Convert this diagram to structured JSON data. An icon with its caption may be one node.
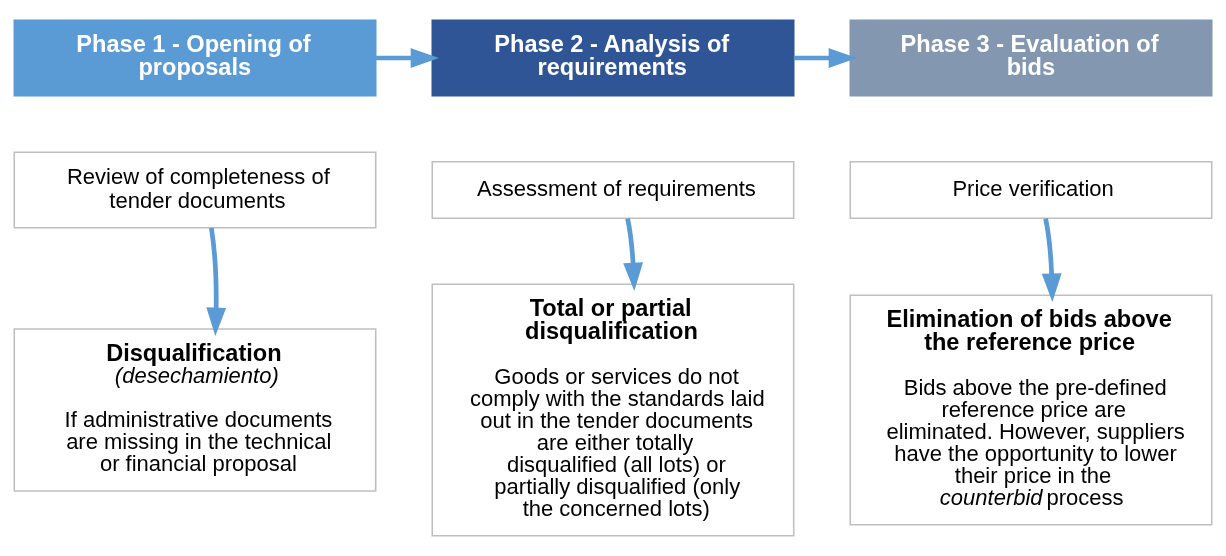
{
  "diagram": {
    "nodes": [
      {
        "text": [
          "Phase 1 - Opening of proposals"
        ]
      },
      {
        "text": [
          "Phase 2 - Analysis of requirements"
        ]
      },
      {
        "text": [
          "Phase 3 - Evaluation of bids"
        ]
      },
      {
        "text": [
          "Review of completeness of tender documents"
        ]
      },
      {
        "text": [
          "Assessment of requirements"
        ]
      },
      {
        "text": [
          "Price verification"
        ]
      },
      {
        "text": [
          "Disqualification",
          "(desechamiento)",
          "If administrative documents are missing in the technical or financial proposal"
        ]
      },
      {
        "text": [
          "Total or partial disqualification",
          "Goods or services do not comply with the standards laid out in the tender documents are either totally disqualified (all lots) or partially disqualified (only the concerned lots)"
        ]
      },
      {
        "text": [
          "Elimination of bids above the reference price",
          "Bids above the pre-defined reference price are eliminated. However, suppliers have the opportunity to lower their price in the *counterbid* process"
        ]
      }
    ],
    "edges": [
      {
        "from": 0,
        "to": 1,
        "arrow": "to"
      },
      {
        "from": 1,
        "to": 2,
        "arrow": "to"
      },
      {
        "from": 3,
        "to": 6,
        "arrow": "to"
      },
      {
        "from": 4,
        "to": 7,
        "arrow": "to"
      },
      {
        "from": 5,
        "to": 8,
        "arrow": "to"
      }
    ]
  }
}
